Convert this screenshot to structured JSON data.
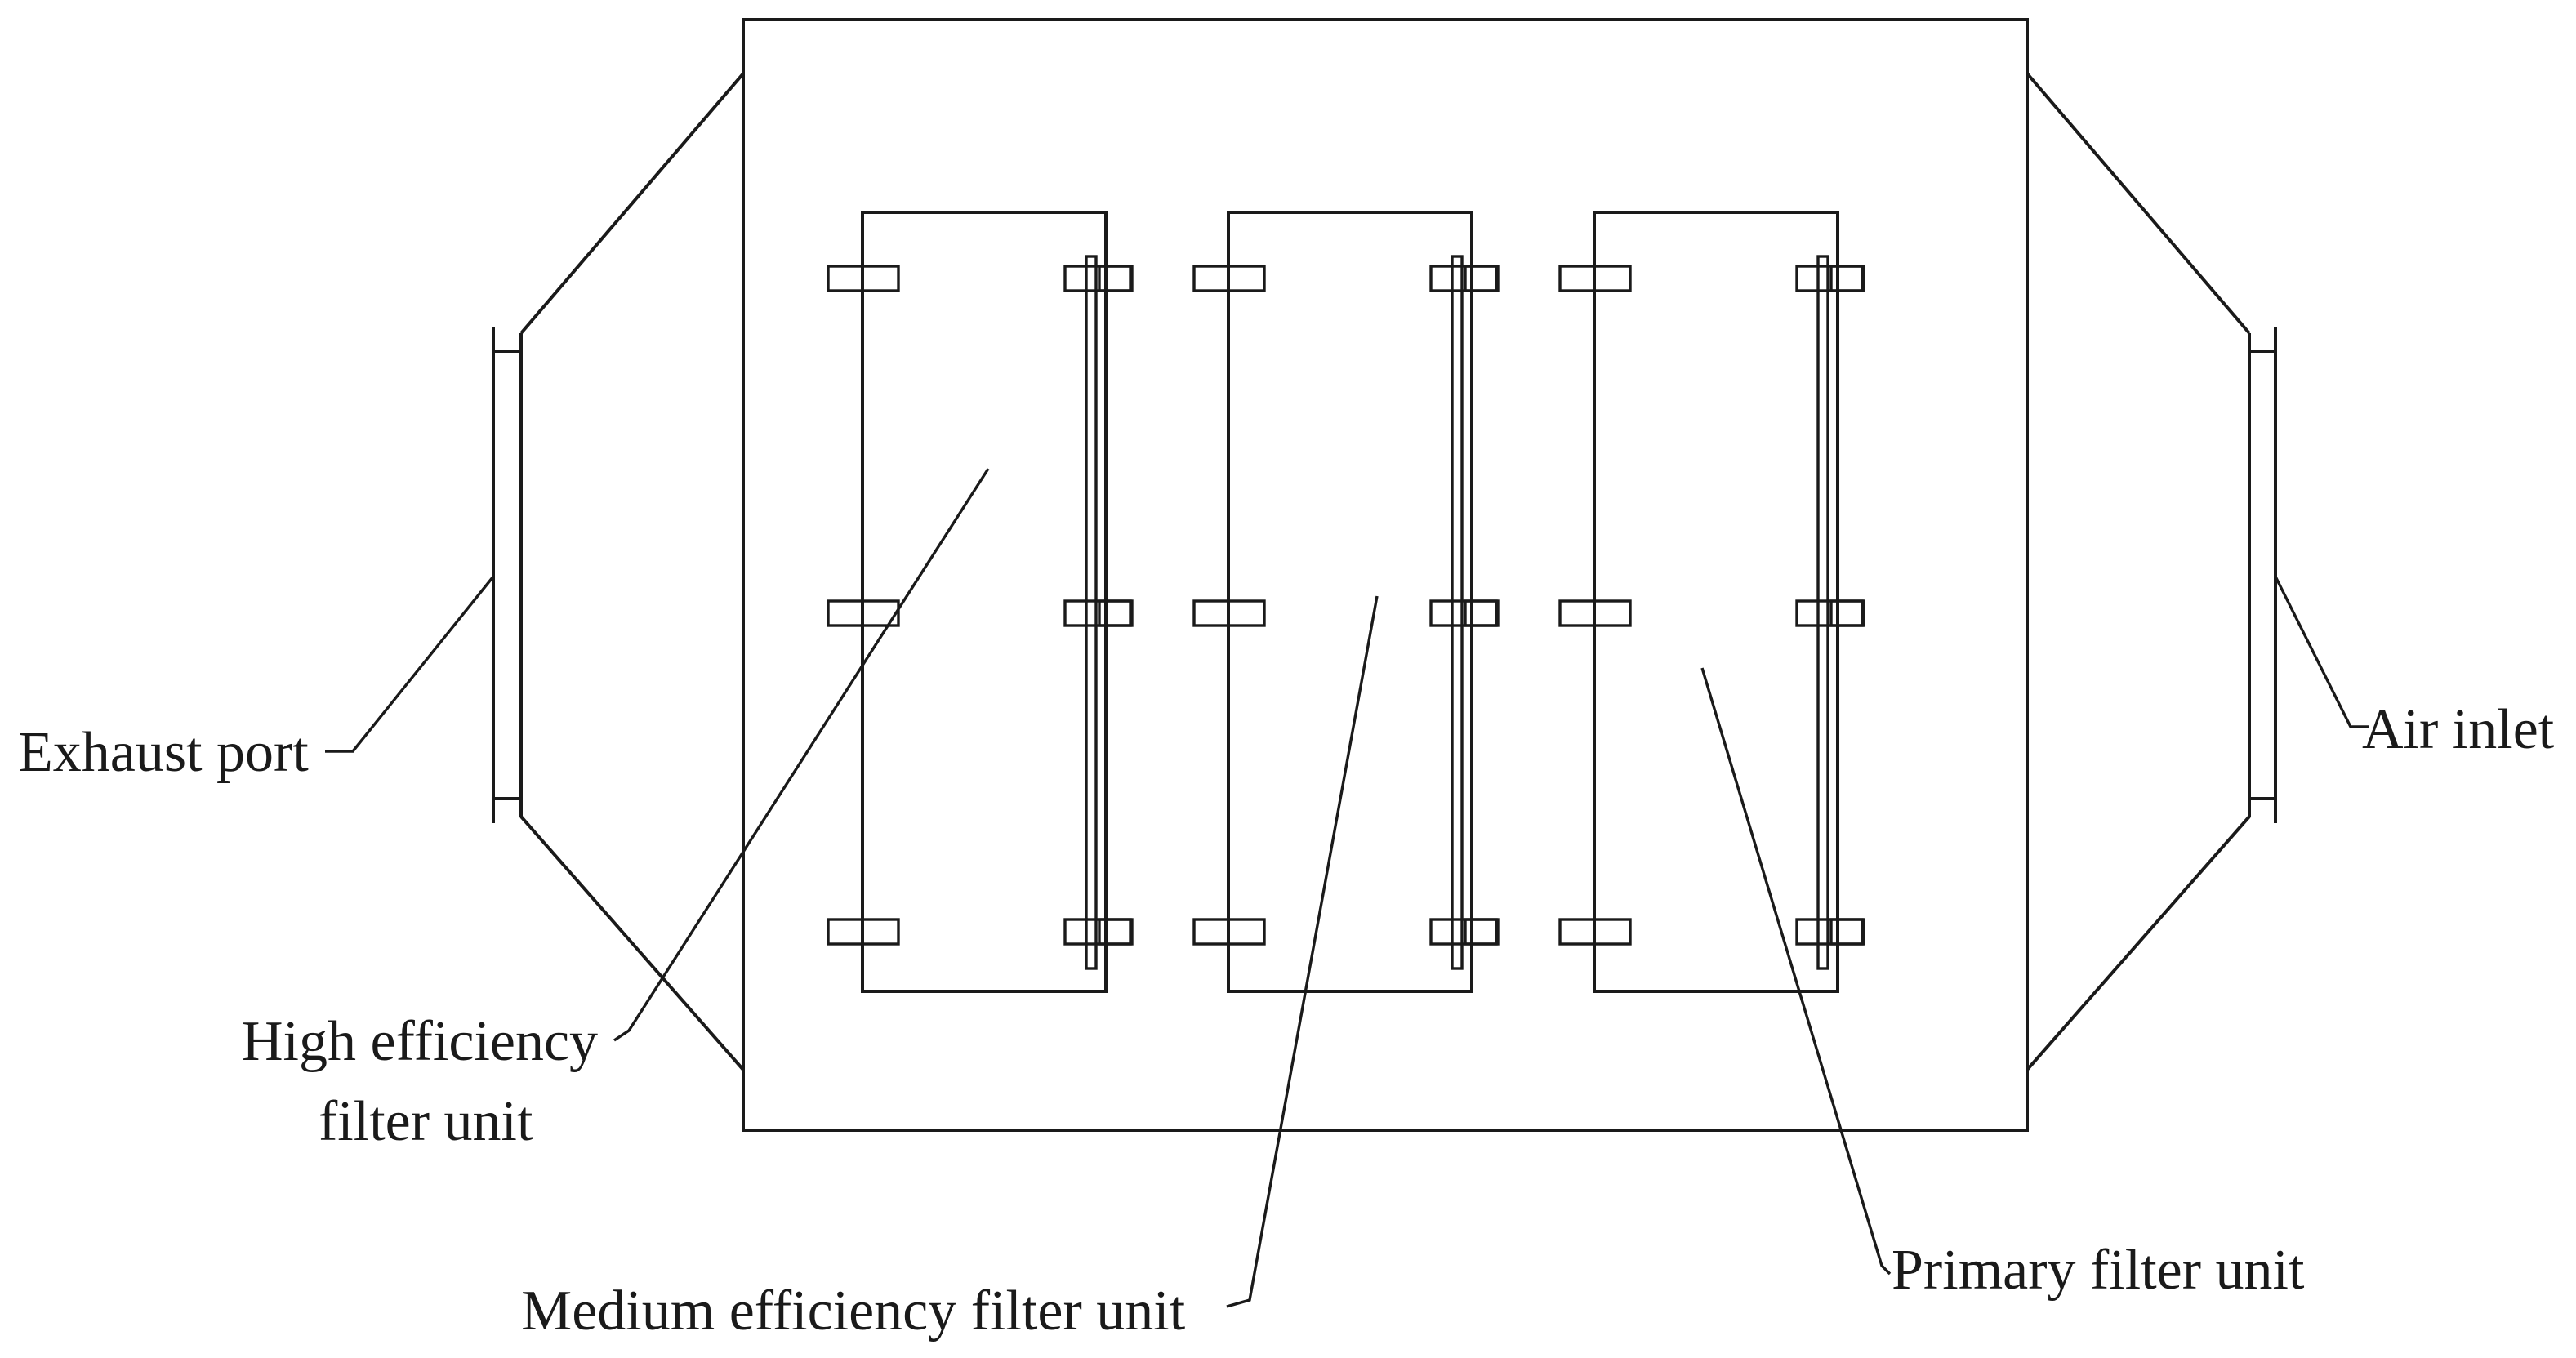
{
  "labels": {
    "exhaust_port": "Exhaust port",
    "air_inlet": "Air inlet",
    "high_efficiency_line1": "High efficiency",
    "high_efficiency_line2": "filter unit",
    "medium_efficiency": "Medium efficiency filter unit",
    "primary": "Primary filter unit"
  },
  "colors": {
    "line": "#1a1a1a",
    "background": "#ffffff"
  }
}
